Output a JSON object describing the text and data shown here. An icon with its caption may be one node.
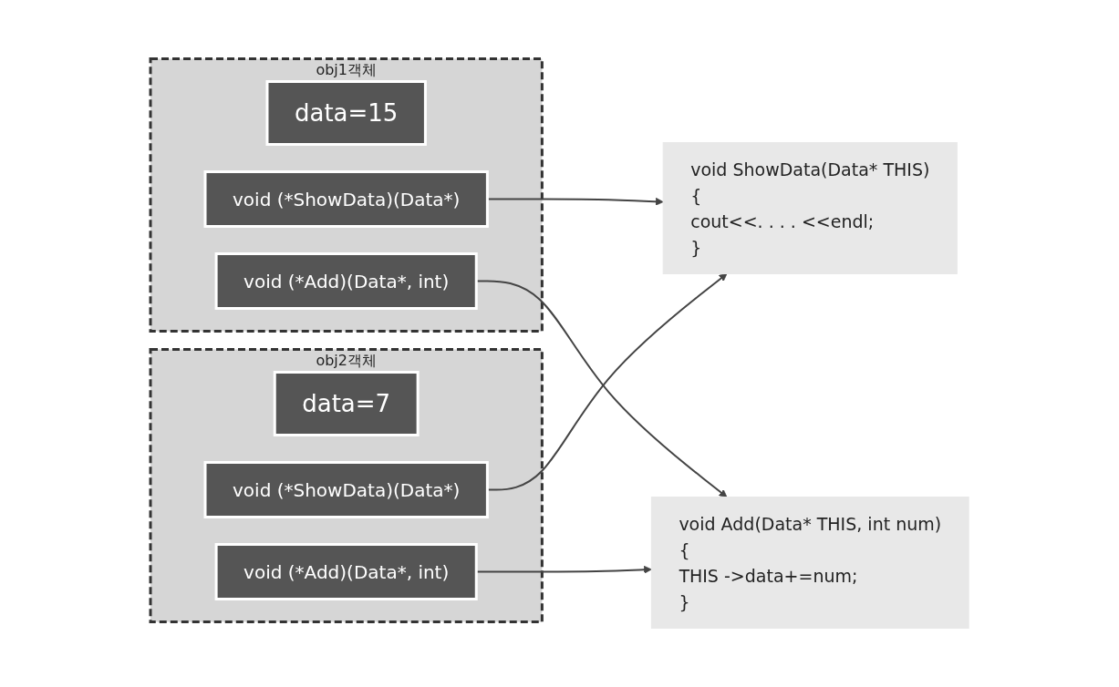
{
  "diagram": {
    "nodes": [
      {
        "text": [
          "obj1객체"
        ]
      },
      {
        "text": [
          "data=15"
        ],
        "in": 0
      },
      {
        "text": [
          "void (*ShowData)(Data*)"
        ],
        "in": 0
      },
      {
        "text": [
          "void (*Add)(Data*, int)"
        ],
        "in": 0
      },
      {
        "text": [
          "void ShowData(Data* THIS)",
          "{",
          "cout<<. . . . <<endl;",
          "}"
        ]
      },
      {
        "text": [
          "obj2객체"
        ]
      },
      {
        "text": [
          "data=7"
        ],
        "in": 5
      },
      {
        "text": [
          "void (*ShowData)(Data*)"
        ],
        "in": 5
      },
      {
        "text": [
          "void (*Add)(Data*, int)"
        ],
        "in": 5
      },
      {
        "text": [
          "void Add(Data* THIS, int num)",
          "{",
          "THIS ->data+=num;",
          "}"
        ]
      }
    ],
    "edges": [
      {
        "from": 2,
        "to": 4,
        "arrow": "to"
      },
      {
        "from": 3,
        "to": 9,
        "arrow": "to"
      },
      {
        "from": 7,
        "to": 4,
        "arrow": "to"
      },
      {
        "from": 8,
        "to": 9,
        "arrow": "to"
      }
    ]
  }
}
